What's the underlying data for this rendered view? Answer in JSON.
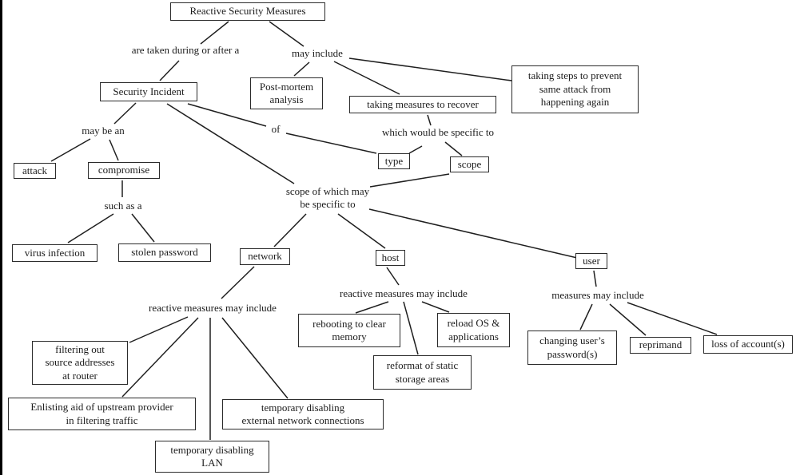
{
  "nodes": {
    "reactive_security_measures": "Reactive Security Measures",
    "security_incident": "Security Incident",
    "post_mortem": "Post-mortem\nanalysis",
    "taking_measures_to_recover": "taking measures to recover",
    "taking_steps_to_prevent": "taking steps to prevent\nsame attack from\nhappening again",
    "attack": "attack",
    "compromise": "compromise",
    "type": "type",
    "scope": "scope",
    "virus_infection": "virus infection",
    "stolen_password": "stolen password",
    "network": "network",
    "host": "host",
    "user": "user",
    "rebooting_to_clear_memory": "rebooting to clear\nmemory",
    "reload_os_applications": "reload OS &\napplications",
    "reformat_static_storage": "reformat of static\nstorage areas",
    "changing_users_passwords": "changing user’s\npassword(s)",
    "reprimand": "reprimand",
    "loss_of_accounts": "loss of account(s)",
    "filtering_out_source": "filtering out\nsource addresses\nat router",
    "enlisting_upstream": "Enlisting aid of upstream provider\nin filtering traffic",
    "temp_disable_external": "temporary disabling\nexternal network connections",
    "temp_disable_lan": "temporary disabling\nLAN"
  },
  "edge_labels": {
    "are_taken": "are taken during or after a",
    "may_include": "may include",
    "may_be_an": "may be an",
    "of": "of",
    "which_would_be_specific_to": "which would be specific to",
    "such_as_a": "such as a",
    "scope_of_which": "scope of which may\nbe specific to",
    "reactive_measures_network": "reactive measures may include",
    "reactive_measures_host": "reactive measures may include",
    "measures_may_include": "measures may include"
  },
  "colors": {
    "background": "#ffffff",
    "line": "#1f1f1f",
    "box_border": "#2b2b2b",
    "text": "#1c1c1c",
    "left_edge": "#000000"
  }
}
